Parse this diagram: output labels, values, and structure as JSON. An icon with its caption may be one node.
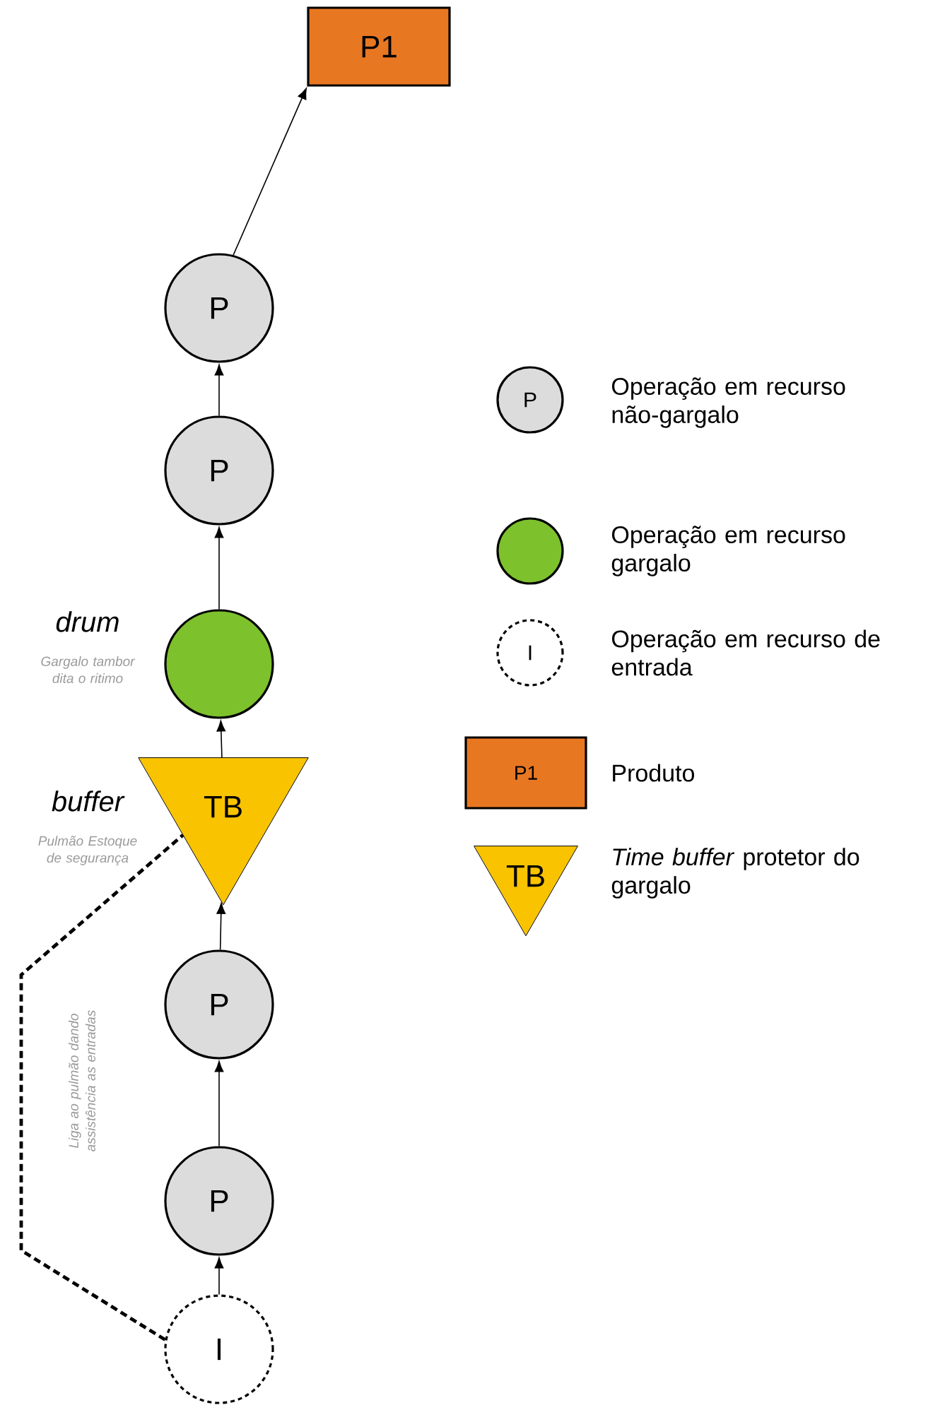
{
  "diagram": {
    "nodes": [
      {
        "text": [
          "P1"
        ]
      },
      {
        "text": [
          "P"
        ]
      },
      {
        "text": [
          "P"
        ]
      },
      {
        "text": [],
        "shape": "circle",
        "beside": [
          "drum",
          "Gargalo tambor dita o ritimo"
        ]
      },
      {
        "text": [
          "TB"
        ],
        "beside": [
          "buffer",
          "Pulmão Estoque de segurança"
        ]
      },
      {
        "text": [
          "P"
        ]
      },
      {
        "text": [
          "P"
        ]
      },
      {
        "text": [
          "I"
        ]
      },
      {
        "text": [
          "P"
        ],
        "beside": [
          "Operação em recurso não-gargalo"
        ]
      },
      {
        "text": [],
        "shape": "circle",
        "beside": [
          "Operação em recurso gargalo"
        ]
      },
      {
        "text": [
          "I"
        ],
        "beside": [
          "Operação em recurso de entrada"
        ]
      },
      {
        "text": [
          "P1"
        ],
        "beside": [
          "Produto"
        ]
      },
      {
        "text": [
          "TB"
        ],
        "beside": [
          "*Time buffer* protetor do gargalo"
        ]
      }
    ],
    "edges": [
      {
        "from": 7,
        "to": 6,
        "arrow": "to"
      },
      {
        "from": 6,
        "to": 5,
        "arrow": "to"
      },
      {
        "from": 5,
        "to": 4,
        "arrow": "to"
      },
      {
        "from": 4,
        "to": 3,
        "arrow": "to"
      },
      {
        "from": 3,
        "to": 2,
        "arrow": "to"
      },
      {
        "from": 2,
        "to": 1,
        "arrow": "to"
      },
      {
        "from": 1,
        "to": 0,
        "arrow": "to"
      },
      {
        "from": 7,
        "to": 4,
        "arrow": "none",
        "style": "dashed",
        "label": "Liga ao pulmão dando assistência as entradas"
      }
    ]
  }
}
